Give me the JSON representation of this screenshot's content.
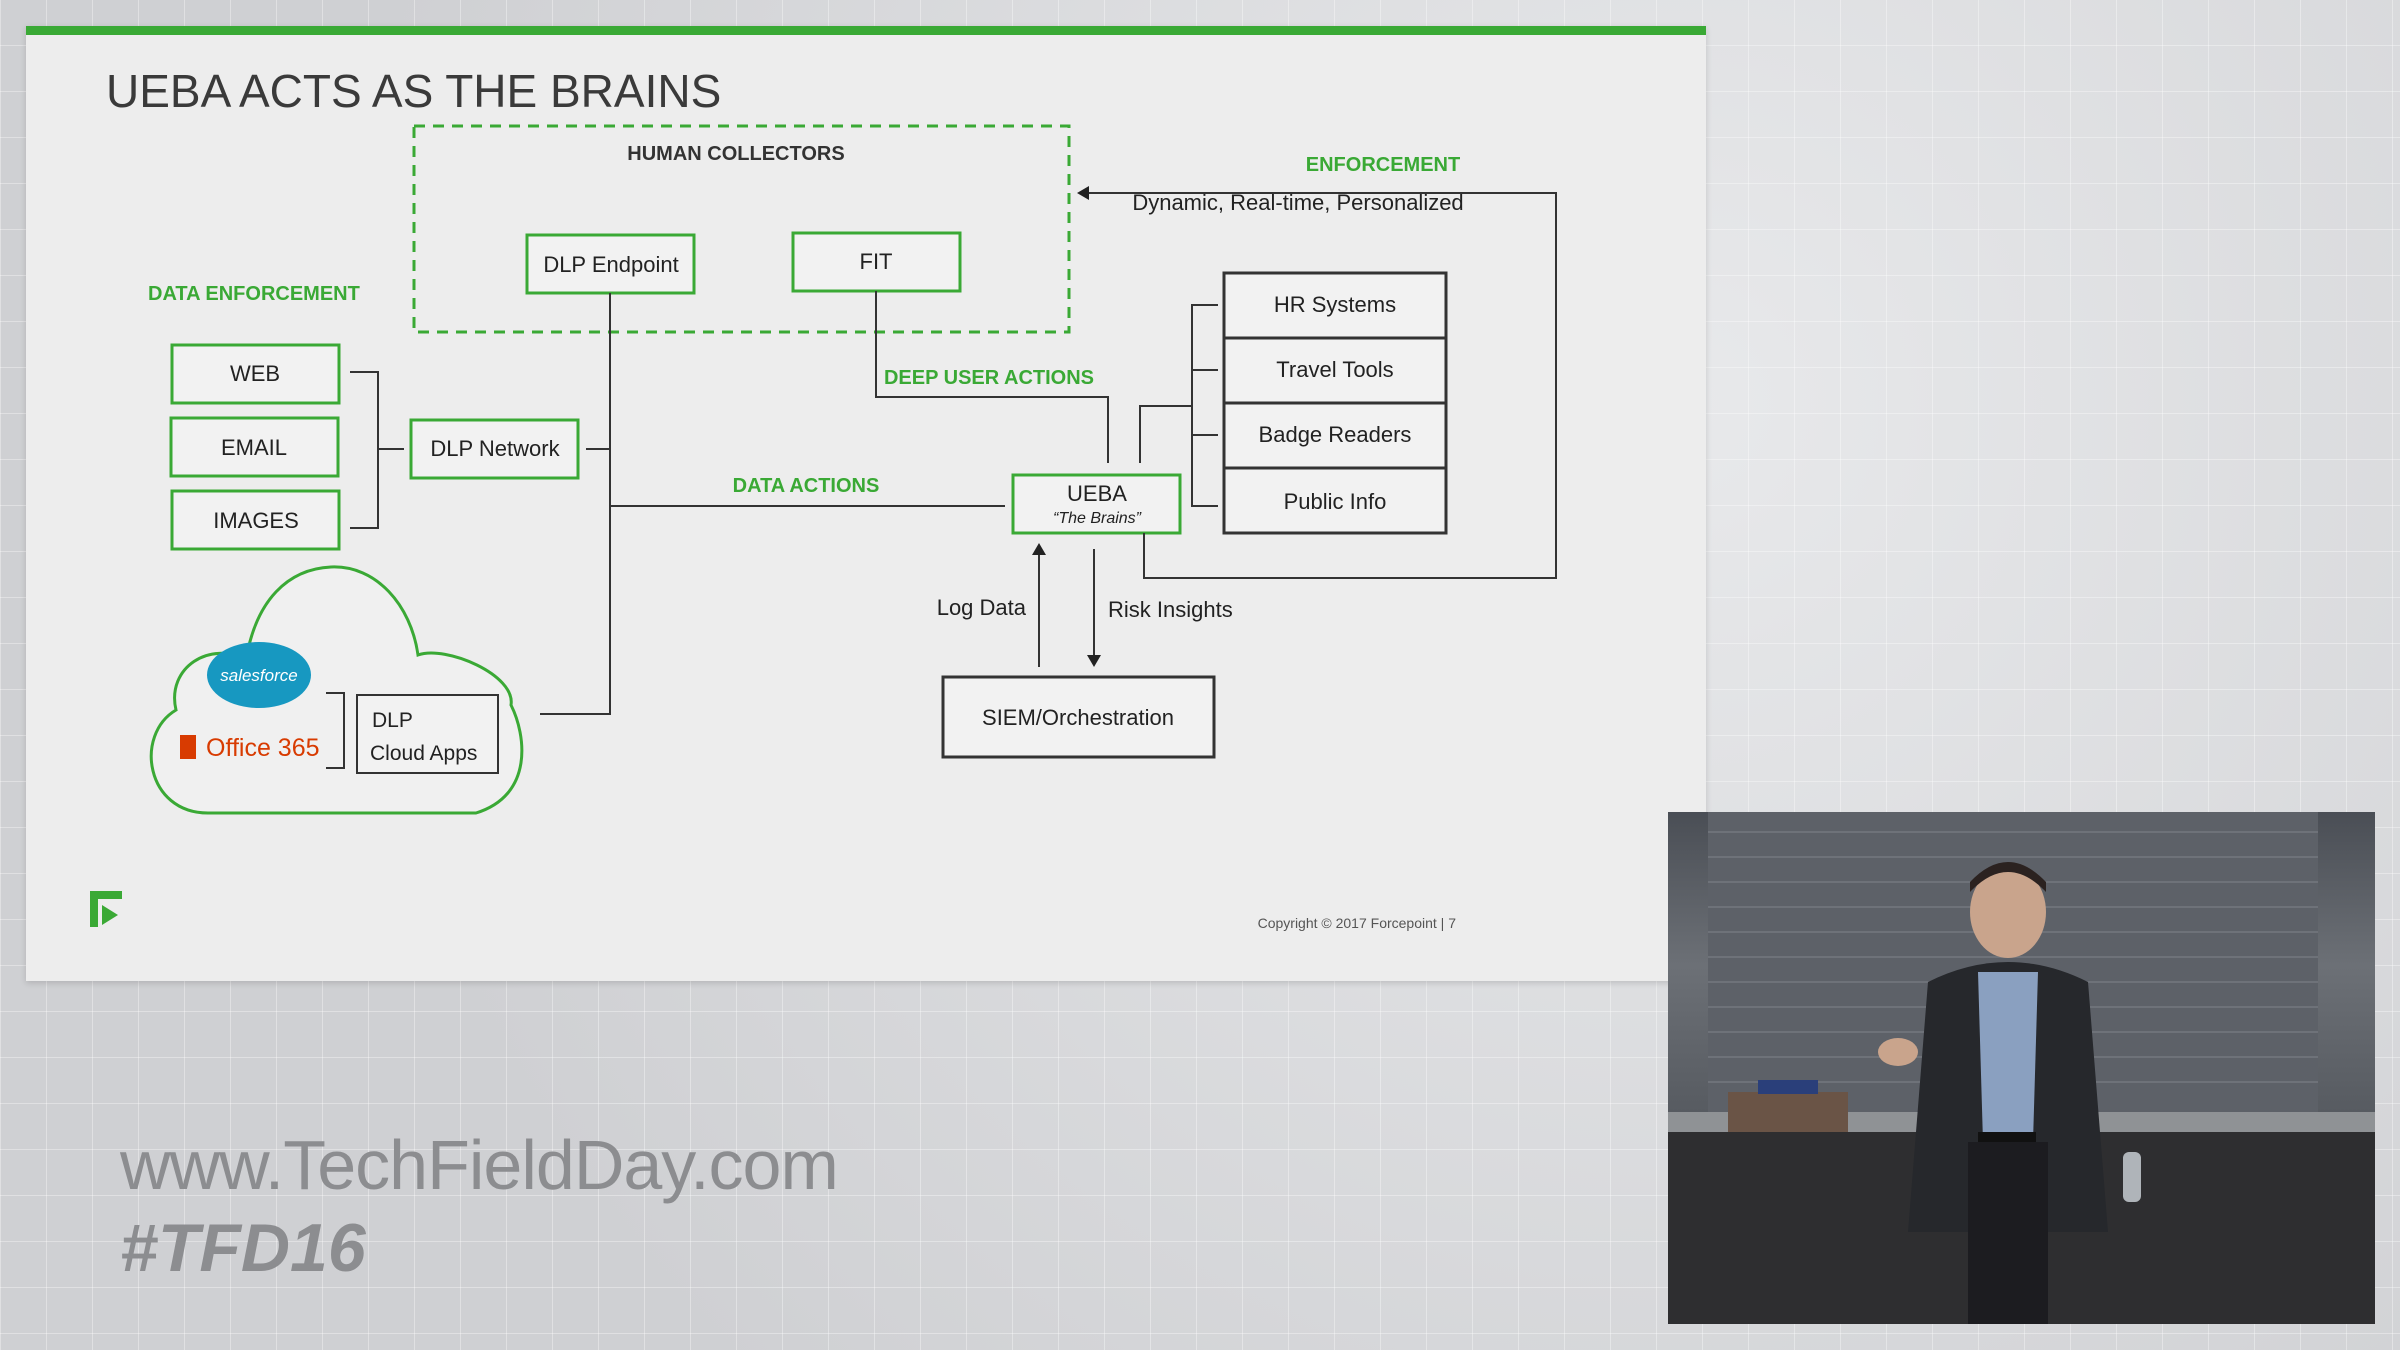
{
  "slide": {
    "title": "UEBA ACTS AS THE BRAINS",
    "copyright": "Copyright © 2017 Forcepoint  |  7"
  },
  "diagram": {
    "human_collectors": {
      "heading": "HUMAN COLLECTORS",
      "dlp_endpoint": "DLP Endpoint",
      "fit": "FIT"
    },
    "data_enforcement": {
      "heading": "DATA ENFORCEMENT",
      "items": [
        "WEB",
        "EMAIL",
        "IMAGES"
      ]
    },
    "dlp_network": "DLP Network",
    "cloud": {
      "salesforce": "salesforce",
      "office365": "Office 365",
      "dlp_cloud_line1": "DLP",
      "dlp_cloud_line2": "Cloud Apps"
    },
    "ueba": {
      "label": "UEBA",
      "sublabel": "“The Brains”"
    },
    "data_actions": "DATA ACTIONS",
    "deep_user_actions": "DEEP USER ACTIONS",
    "enforcement": {
      "heading": "ENFORCEMENT",
      "subtext": "Dynamic, Real-time, Personalized"
    },
    "context_sources": [
      "HR Systems",
      "Travel Tools",
      "Badge Readers",
      "Public Info"
    ],
    "siem": "SIEM/Orchestration",
    "log_data": "Log Data",
    "risk_insights": "Risk Insights"
  },
  "overlay": {
    "website": "www.TechFieldDay.com",
    "hashtag": "#TFD16"
  },
  "colors": {
    "accent_green": "#3aa935",
    "office_orange": "#d83b01",
    "salesforce_blue": "#1798c1"
  },
  "icons": {
    "logo": "forcepoint-logo-icon"
  }
}
